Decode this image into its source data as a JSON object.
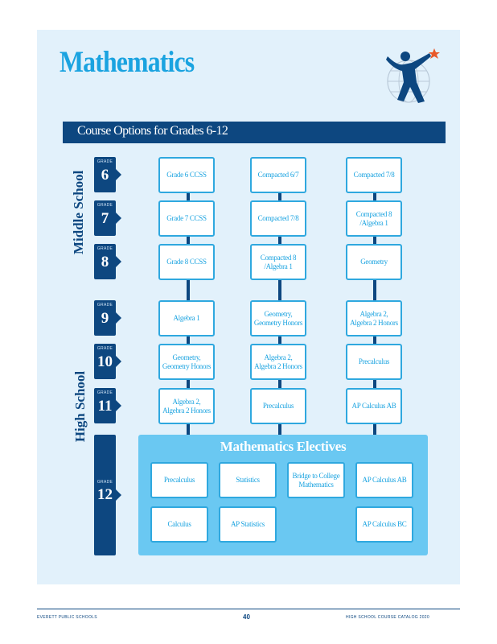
{
  "title": "Mathematics",
  "banner": "Course Options for Grades 6-12",
  "side_labels": {
    "middle": "Middle School",
    "high": "High School"
  },
  "grade_word": "GRADE",
  "grades": [
    "6",
    "7",
    "8",
    "9",
    "10",
    "11",
    "12"
  ],
  "columns": [
    [
      "Grade 6 CCSS",
      "Grade 7 CCSS",
      "Grade 8 CCSS",
      "Algebra 1",
      "Geometry, Geometry Honors",
      "Algebra 2, Algebra 2 Honors"
    ],
    [
      "Compacted 6/7",
      "Compacted 7/8",
      "Compacted 8 /Algebra 1",
      "Geometry, Geometry Honors",
      "Algebra 2, Algebra 2 Honors",
      "Precalculus"
    ],
    [
      "Compacted 7/8",
      "Compacted 8 /Algebra 1",
      "Geometry",
      "Algebra 2, Algebra 2 Honors",
      "Precalculus",
      "AP Calculus AB"
    ]
  ],
  "electives": {
    "title": "Mathematics Electives",
    "items": [
      "Precalculus",
      "Statistics",
      "Bridge to College Mathematics",
      "AP Calculus AB",
      "Calculus",
      "AP Statistics",
      "AP Calculus BC"
    ]
  },
  "footer": {
    "left": "EVERETT PUBLIC SCHOOLS",
    "page": "40",
    "right": "HIGH SCHOOL COURSE CATALOG 2020"
  },
  "colors": {
    "navy": "#0d4780",
    "accent": "#1aa3e0",
    "light_panel": "#e2f1fb",
    "electives_bg": "#6ac8f2",
    "star": "#e8592a"
  }
}
